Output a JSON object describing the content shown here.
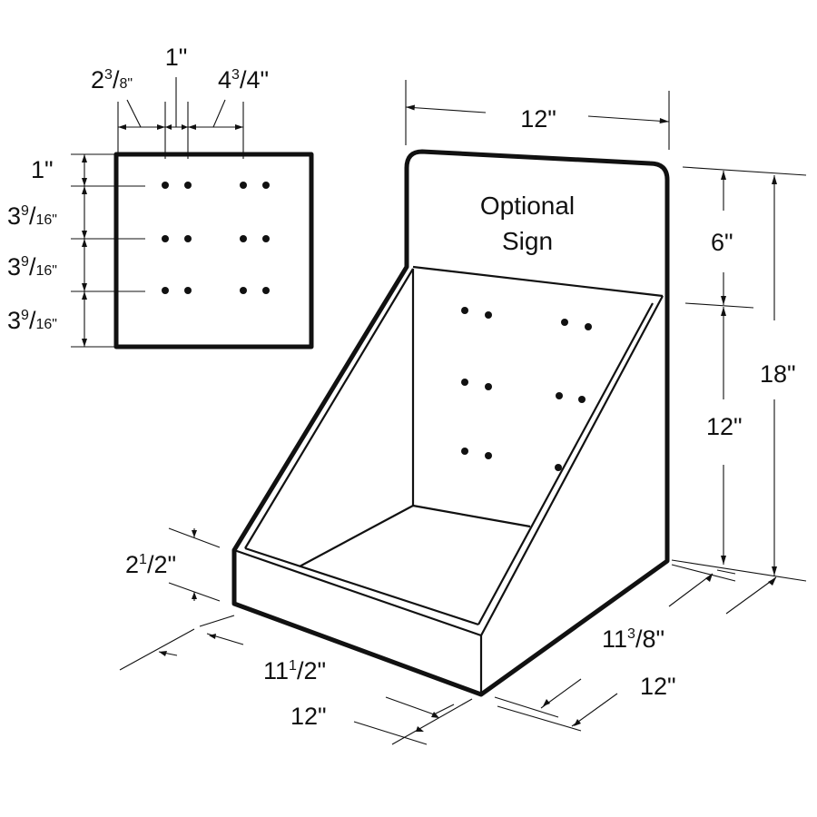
{
  "sign_text": {
    "line1": "Optional",
    "line2": "Sign"
  },
  "dimensions": {
    "top_width": "12\"",
    "sign_height": "6\"",
    "total_height": "18\"",
    "back_height": "12\"",
    "front_lip": {
      "whole": "2",
      "num": "1",
      "den": "2\""
    },
    "inner_width": {
      "whole": "11",
      "num": "1",
      "den": "2\""
    },
    "outer_width": "12\"",
    "inner_depth": {
      "whole": "11",
      "num": "3",
      "den": "8\""
    },
    "outer_depth": "12\""
  },
  "hole_pattern": {
    "top_gap": "1\"",
    "left_offset": {
      "whole": "2",
      "num": "3",
      "den": "8\""
    },
    "right_offset": {
      "whole": "4",
      "num": "3",
      "den": "4\""
    },
    "row_top": "1\"",
    "row_spacing": {
      "whole": "3",
      "num": "9",
      "den": "16\""
    },
    "rows": 3,
    "holes_per_row": 4
  }
}
